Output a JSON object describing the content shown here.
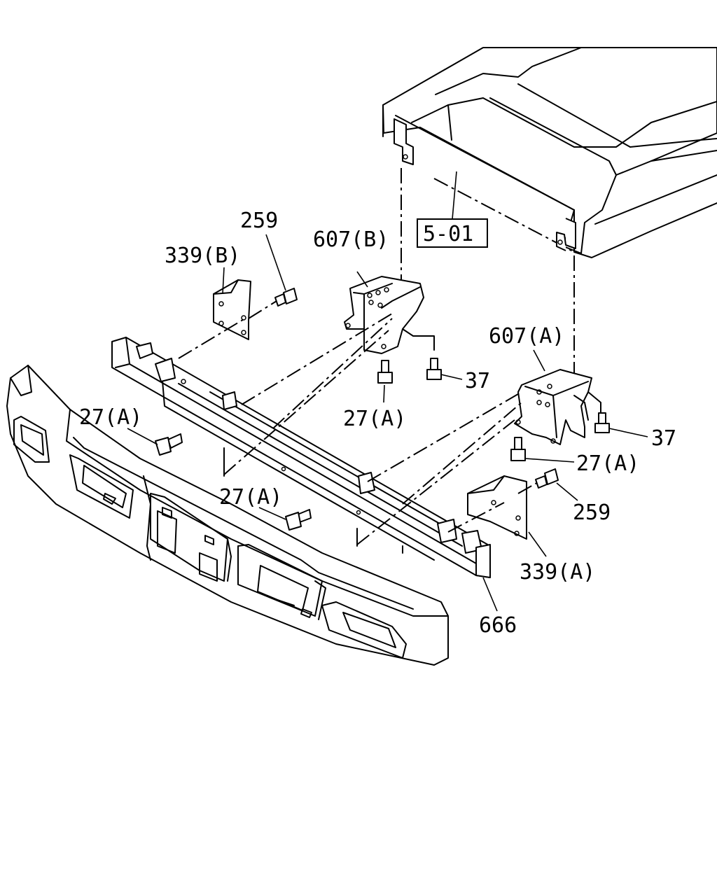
{
  "diagram": {
    "labels": {
      "p259_left": "259",
      "p339b": "339(B)",
      "p607b": "607(B)",
      "ref501": "5-01",
      "p607a": "607(A)",
      "p37_upper": "37",
      "p27a_upper_mid": "27(A)",
      "p27a_left": "27(A)",
      "p37_right": "37",
      "p27a_right": "27(A)",
      "p27a_lower": "27(A)",
      "p259_right": "259",
      "p339a": "339(A)",
      "p666": "666"
    }
  }
}
